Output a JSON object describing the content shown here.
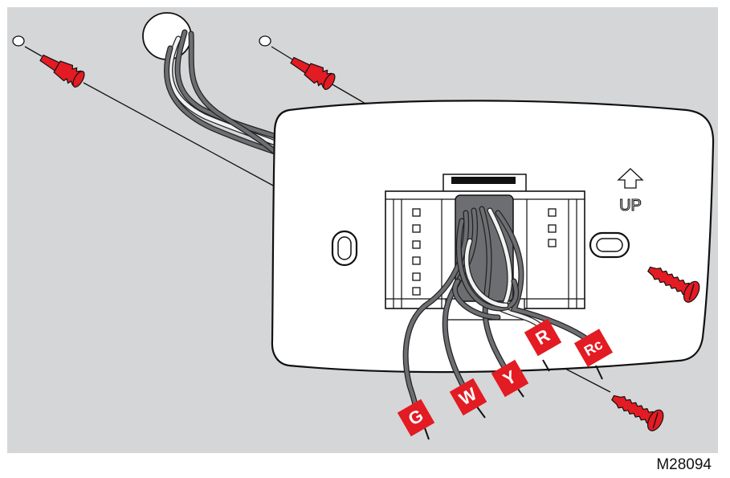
{
  "diagram": {
    "figure_code": "M28094",
    "orientation_label": "UP",
    "wire_tags": [
      {
        "id": "g",
        "label": "G"
      },
      {
        "id": "w",
        "label": "W"
      },
      {
        "id": "y",
        "label": "Y"
      },
      {
        "id": "r",
        "label": "R"
      },
      {
        "id": "rc",
        "label": "Rc"
      }
    ],
    "colors": {
      "background": "#d5d6d8",
      "anchor_and_tag_red": "#e31b23",
      "outline": "#111111"
    }
  }
}
